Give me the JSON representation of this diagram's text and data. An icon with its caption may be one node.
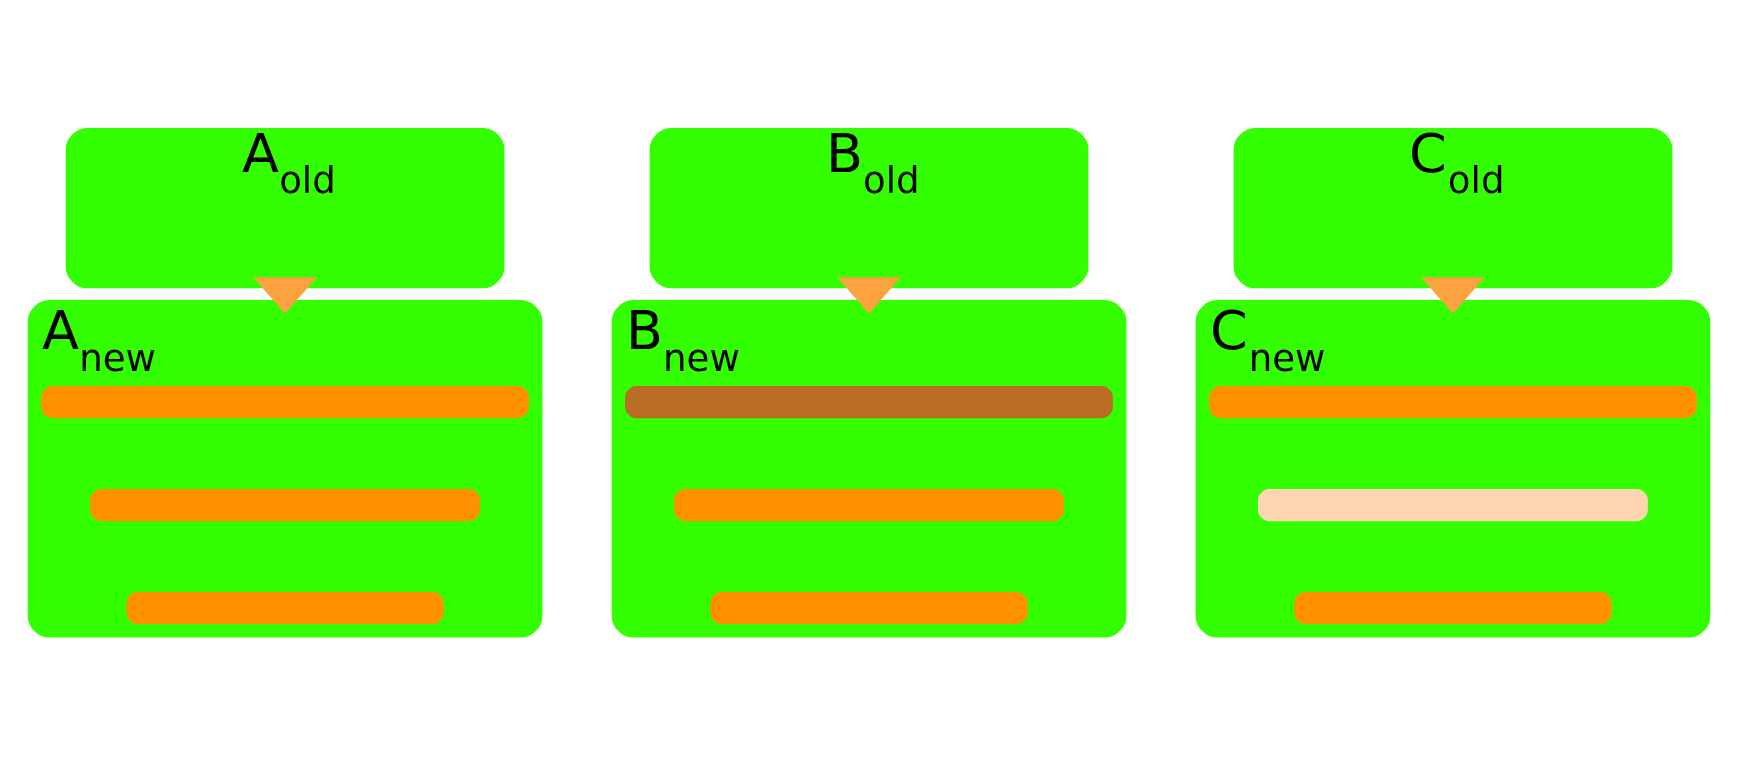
{
  "diagram": {
    "nodes": [
      {
        "text": [
          "A$_{old}$"
        ]
      },
      {
        "text": [
          "A$_{new}$"
        ]
      },
      {
        "text": [],
        "shape": "bar",
        "in": 1
      },
      {
        "text": [],
        "shape": "bar",
        "in": 1
      },
      {
        "text": [],
        "shape": "bar",
        "in": 1
      },
      {
        "text": [
          "B$_{old}$"
        ]
      },
      {
        "text": [
          "B$_{new}$"
        ]
      },
      {
        "text": [],
        "shape": "bar",
        "in": 6
      },
      {
        "text": [],
        "shape": "bar",
        "in": 6
      },
      {
        "text": [],
        "shape": "bar",
        "in": 6
      },
      {
        "text": [
          "C$_{old}$"
        ]
      },
      {
        "text": [
          "C$_{new}$"
        ]
      },
      {
        "text": [],
        "shape": "bar",
        "in": 11
      },
      {
        "text": [],
        "shape": "bar",
        "in": 11
      },
      {
        "text": [],
        "shape": "bar",
        "in": 11
      }
    ],
    "edges": [
      {
        "from": 0,
        "to": 1,
        "arrow": "to"
      },
      {
        "from": 5,
        "to": 6,
        "arrow": "to"
      },
      {
        "from": 10,
        "to": 11,
        "arrow": "to"
      }
    ]
  }
}
